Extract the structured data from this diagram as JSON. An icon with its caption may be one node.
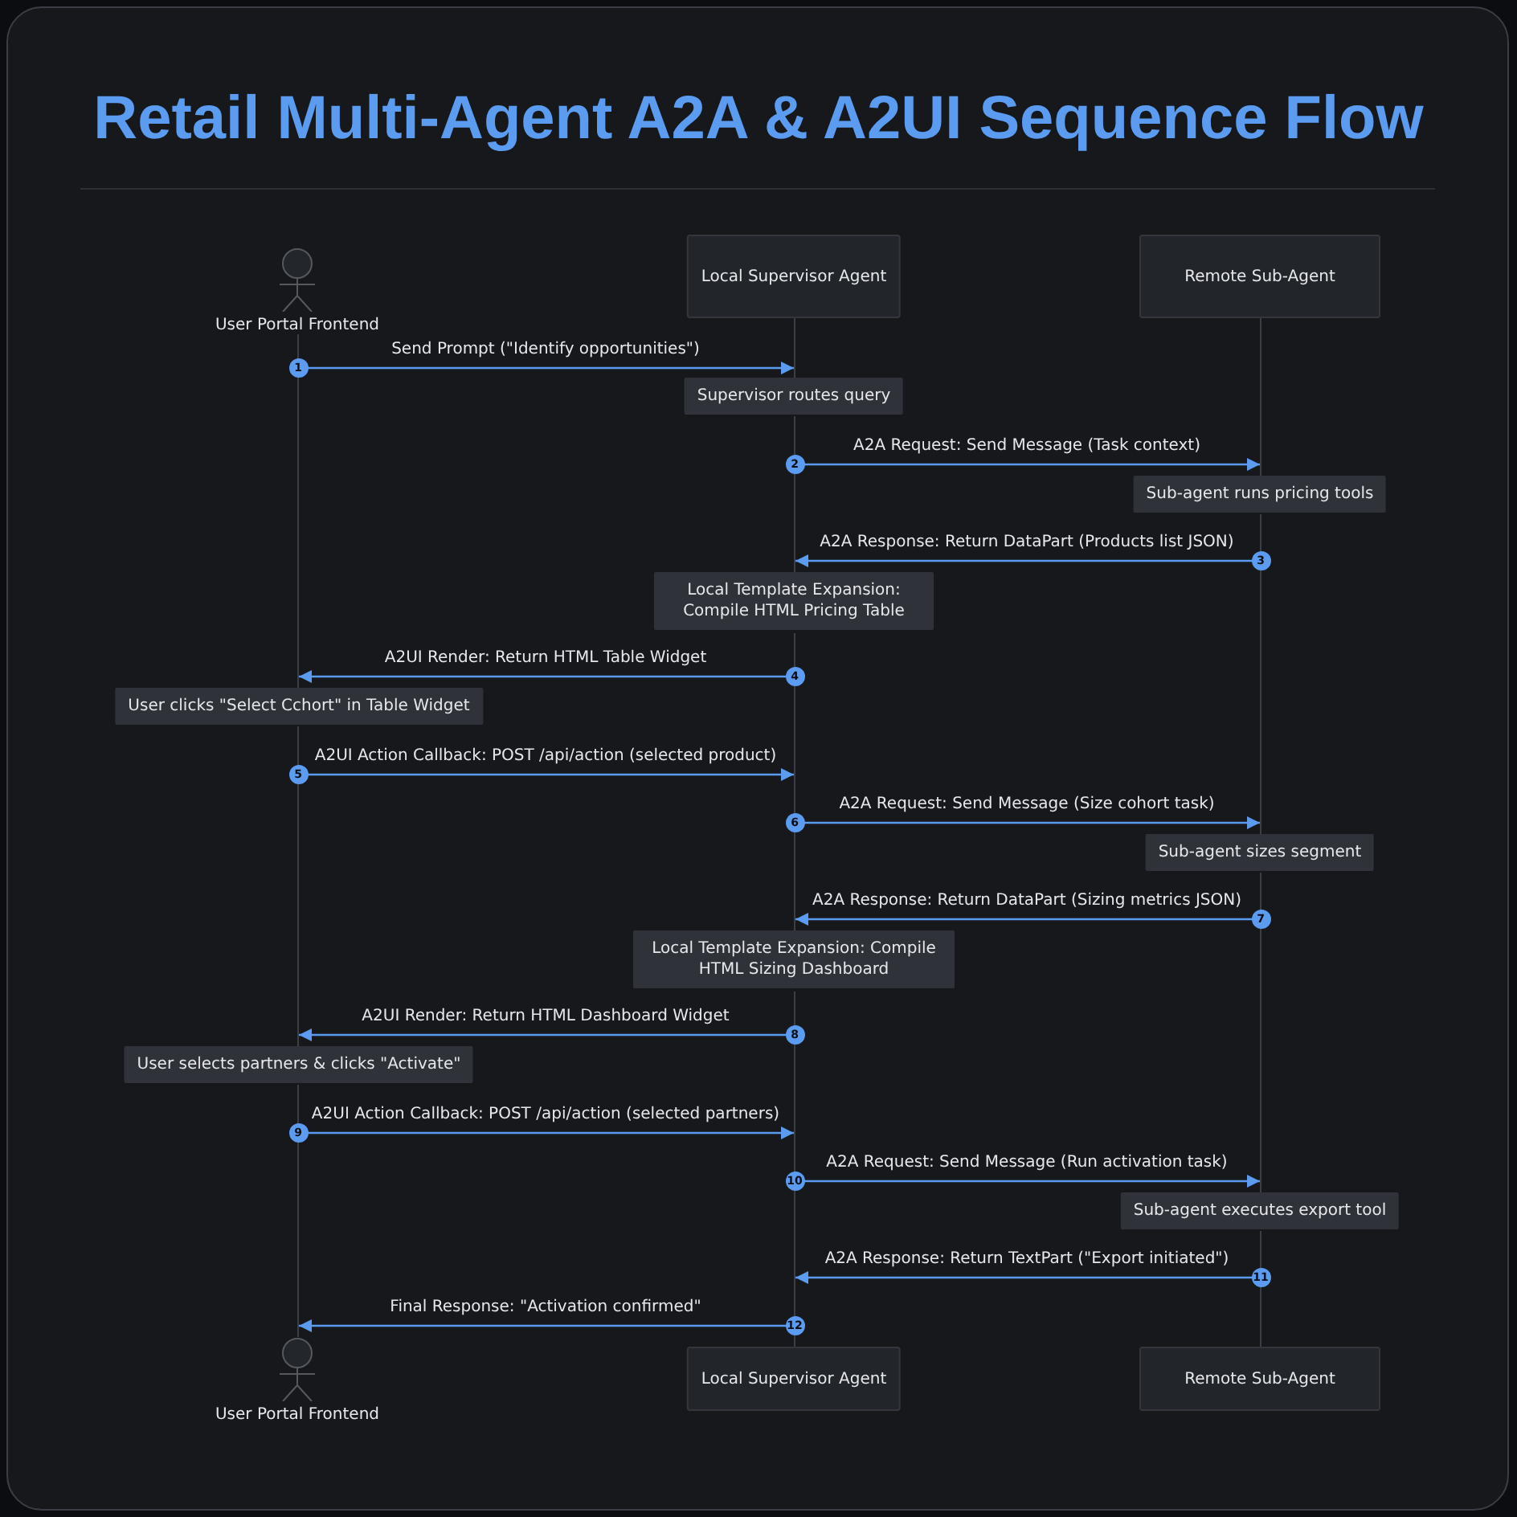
{
  "diagram": {
    "title": "Retail Multi-Agent A2A & A2UI Sequence Flow",
    "nodes": [
      {
        "text": [
          "User Portal Frontend"
        ]
      },
      {
        "text": [
          "Local Supervisor Agent"
        ]
      },
      {
        "text": [
          "Remote Sub-Agent"
        ]
      },
      {
        "text": [],
        "shape": "bar"
      },
      {
        "text": [],
        "shape": "bar"
      },
      {
        "text": [],
        "shape": "bar"
      },
      {
        "text": [],
        "shape": "bar"
      },
      {
        "text": [],
        "shape": "bar"
      },
      {
        "text": [],
        "shape": "bar"
      },
      {
        "text": [],
        "shape": "bar"
      },
      {
        "text": [],
        "shape": "bar"
      },
      {
        "text": [],
        "shape": "bar"
      },
      {
        "text": [],
        "shape": "bar"
      },
      {
        "text": [],
        "shape": "bar"
      },
      {
        "text": [
          "Supervisor routes query"
        ]
      },
      {
        "text": [
          "Sub-agent runs pricing tools"
        ]
      },
      {
        "text": [
          "Local Template Expansion: Compile HTML Pricing Table"
        ]
      },
      {
        "text": [
          "User clicks \"Select Cchort\" in Table Widget"
        ]
      },
      {
        "text": [
          "Sub-agent sizes segment"
        ]
      },
      {
        "text": [
          "Local Template Expansion: Compile HTML Sizing Dashboard"
        ]
      },
      {
        "text": [
          "User selects partners & clicks \"Activate\""
        ]
      },
      {
        "text": [
          "Sub-agent executes export tool"
        ]
      },
      {
        "text": [
          "User Portal Frontend"
        ]
      },
      {
        "text": [
          "Local Supervisor Agent"
        ]
      },
      {
        "text": [
          "Remote Sub-Agent"
        ]
      }
    ],
    "edges": [
      {
        "from": 3,
        "to": 6,
        "arrow": "to",
        "label": "Send Prompt (\"Identify opportunities\")"
      },
      {
        "from": 7,
        "to": 10,
        "arrow": "to",
        "label": "A2A Request: Send Message (Task context)"
      },
      {
        "from": 11,
        "to": 7,
        "arrow": "to",
        "label": "A2A Response: Return DataPart (Products list JSON)"
      },
      {
        "from": 8,
        "to": 3,
        "arrow": "to",
        "label": "A2UI Render: Return HTML Table Widget"
      },
      {
        "from": 4,
        "to": 8,
        "arrow": "to",
        "label": "A2UI Action Callback: POST /api/action (selected product)"
      },
      {
        "from": 8,
        "to": 11,
        "arrow": "to",
        "label": "A2A Request: Send Message (Size cohort task)"
      },
      {
        "from": 12,
        "to": 8,
        "arrow": "to",
        "label": "A2A Response: Return DataPart (Sizing metrics JSON)"
      },
      {
        "from": 9,
        "to": 4,
        "arrow": "to",
        "label": "A2UI Render: Return HTML Dashboard Widget"
      },
      {
        "from": 5,
        "to": 9,
        "arrow": "to",
        "label": "A2UI Action Callback: POST /api/action (selected partners)"
      },
      {
        "from": 9,
        "to": 12,
        "arrow": "to",
        "label": "A2A Request: Send Message (Run activation task)"
      },
      {
        "from": 13,
        "to": 9,
        "arrow": "to",
        "label": "A2A Response: Return TextPart (\"Export initiated\")"
      },
      {
        "from": 9,
        "to": 5,
        "arrow": "to",
        "label": "Final Response: \"Activation confirmed\""
      }
    ],
    "labels": [
      "1",
      "2",
      "3",
      "4",
      "5",
      "6",
      "7",
      "8",
      "9",
      "10",
      "11",
      "12"
    ]
  }
}
